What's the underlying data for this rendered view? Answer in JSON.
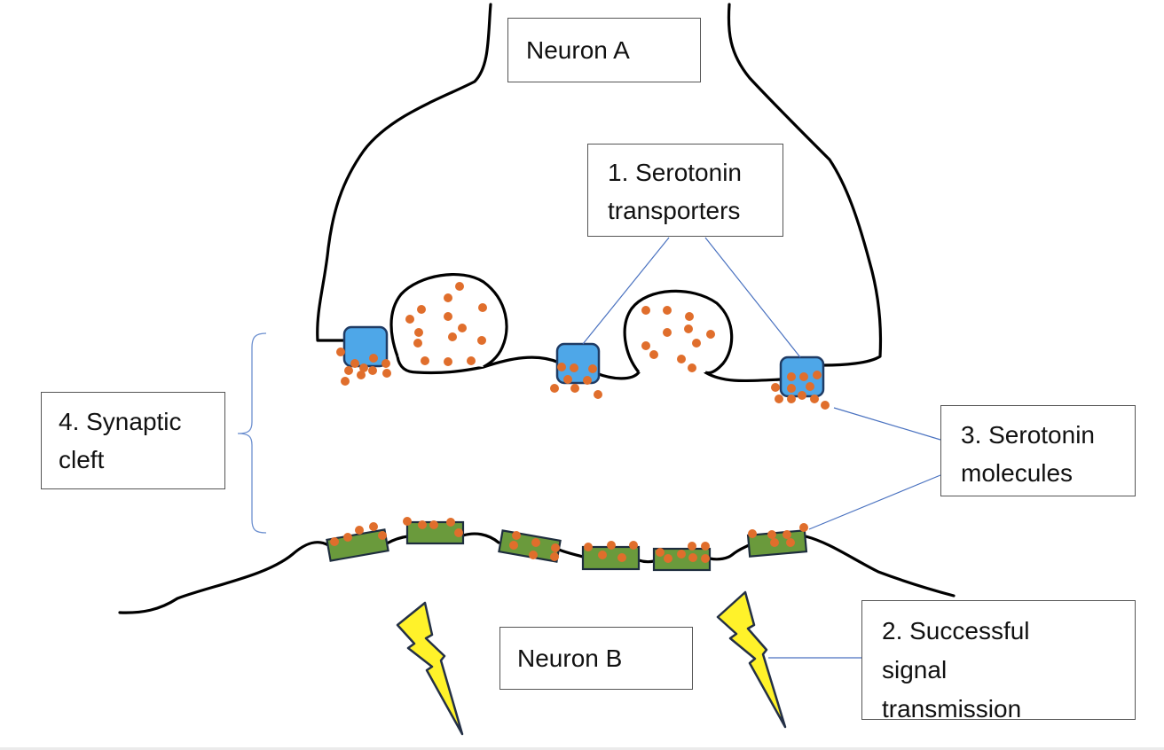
{
  "labels": {
    "neuron_a": "Neuron A",
    "neuron_b": "Neuron B",
    "serotonin_transporters": [
      "1. Serotonin",
      "transporters"
    ],
    "successful_signal": [
      "2. Successful",
      "signal",
      "transmission"
    ],
    "serotonin_molecules": [
      "3. Serotonin",
      "molecules"
    ],
    "synaptic_cleft": [
      "4. Synaptic",
      "cleft"
    ]
  },
  "colors": {
    "outline": "#000000",
    "transporter": "#4ea7e8",
    "transporter_border": "#1f3b64",
    "receptor": "#6a9a3c",
    "receptor_border": "#1e2d3e",
    "molecule": "#e06e2c",
    "lightning": "#fff22a",
    "lightning_border": "#243046",
    "leader_line": "#4a72c0",
    "bracket": "#6c8fcf"
  }
}
